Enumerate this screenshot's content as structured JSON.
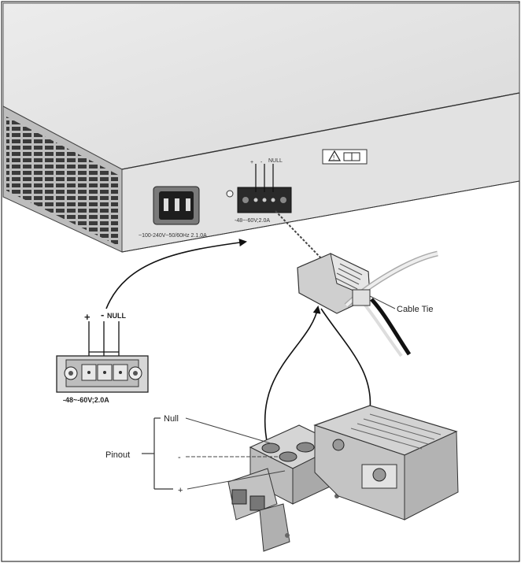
{
  "device_labels": {
    "ac_rating": "~100-240V~50/60Hz 2.1.0A",
    "dc_rating": "-48~-60V;2.0A",
    "terminal_pins": {
      "plus": "+",
      "minus": "-",
      "null": "NULL"
    }
  },
  "callout_connector": {
    "pins": {
      "plus": "+",
      "minus": "-",
      "null": "NULL"
    },
    "rating": "-48~-60V;2.0A"
  },
  "labels": {
    "cable_tie": "Cable Tie",
    "pinout": "Pinout",
    "null": "Null",
    "minus": "-",
    "plus": "+"
  }
}
